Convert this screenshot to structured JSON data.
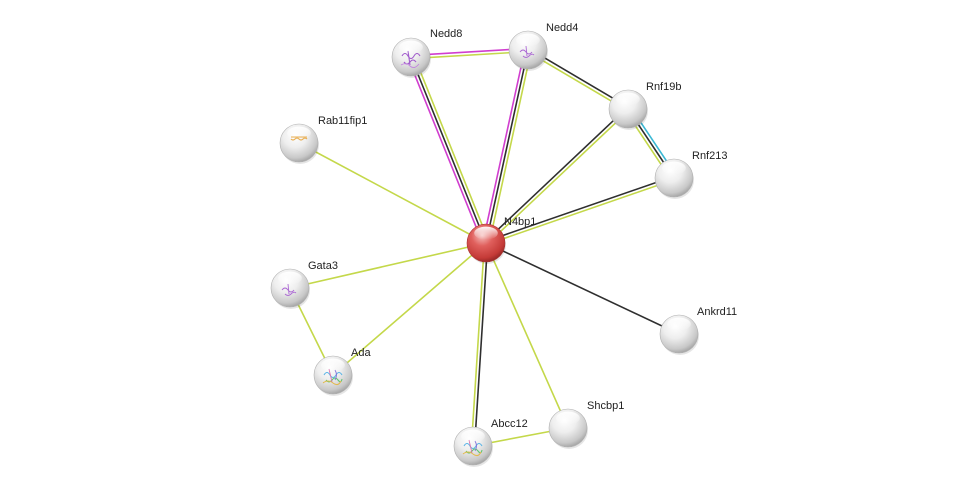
{
  "colors": {
    "textmining": "#c4d84a",
    "coexpression": "#2f2f2f",
    "experiments": "#d13ecf",
    "databases": "#3bb8d4",
    "query_node": "#d9514f",
    "node": "#e6e6e6"
  },
  "nodes": [
    {
      "id": "N4bp1",
      "label": "N4bp1",
      "query": true,
      "structure": "none"
    },
    {
      "id": "Nedd8",
      "label": "Nedd8",
      "structure": "ribbon-purple"
    },
    {
      "id": "Nedd4",
      "label": "Nedd4",
      "structure": "ribbon-purple-small"
    },
    {
      "id": "Rnf19b",
      "label": "Rnf19b",
      "structure": "none"
    },
    {
      "id": "Rnf213",
      "label": "Rnf213",
      "structure": "none"
    },
    {
      "id": "Rab11fip1",
      "label": "Rab11fip1",
      "structure": "helix-orange"
    },
    {
      "id": "Gata3",
      "label": "Gata3",
      "structure": "ribbon-purple-small"
    },
    {
      "id": "Ada",
      "label": "Ada",
      "structure": "ribbon-multicolor"
    },
    {
      "id": "Ankrd11",
      "label": "Ankrd11",
      "structure": "none"
    },
    {
      "id": "Shcbp1",
      "label": "Shcbp1",
      "structure": "none"
    },
    {
      "id": "Abcc12",
      "label": "Abcc12",
      "structure": "ribbon-multicolor"
    }
  ],
  "edges": [
    {
      "source": "N4bp1",
      "target": "Nedd8",
      "types": [
        "experiments",
        "coexpression",
        "textmining"
      ]
    },
    {
      "source": "N4bp1",
      "target": "Nedd4",
      "types": [
        "experiments",
        "coexpression",
        "textmining"
      ]
    },
    {
      "source": "Nedd8",
      "target": "Nedd4",
      "types": [
        "experiments",
        "textmining"
      ]
    },
    {
      "source": "Nedd4",
      "target": "Rnf19b",
      "types": [
        "coexpression",
        "textmining"
      ]
    },
    {
      "source": "Rnf19b",
      "target": "Rnf213",
      "types": [
        "databases",
        "coexpression",
        "textmining"
      ]
    },
    {
      "source": "N4bp1",
      "target": "Rnf19b",
      "types": [
        "coexpression",
        "textmining"
      ]
    },
    {
      "source": "N4bp1",
      "target": "Rnf213",
      "types": [
        "coexpression",
        "textmining"
      ]
    },
    {
      "source": "N4bp1",
      "target": "Rab11fip1",
      "types": [
        "textmining"
      ]
    },
    {
      "source": "N4bp1",
      "target": "Gata3",
      "types": [
        "textmining"
      ]
    },
    {
      "source": "N4bp1",
      "target": "Ada",
      "types": [
        "textmining"
      ]
    },
    {
      "source": "Gata3",
      "target": "Ada",
      "types": [
        "textmining"
      ]
    },
    {
      "source": "N4bp1",
      "target": "Ankrd11",
      "types": [
        "coexpression"
      ]
    },
    {
      "source": "N4bp1",
      "target": "Abcc12",
      "types": [
        "coexpression",
        "textmining"
      ]
    },
    {
      "source": "N4bp1",
      "target": "Shcbp1",
      "types": [
        "textmining"
      ]
    },
    {
      "source": "Abcc12",
      "target": "Shcbp1",
      "types": [
        "textmining"
      ]
    }
  ]
}
